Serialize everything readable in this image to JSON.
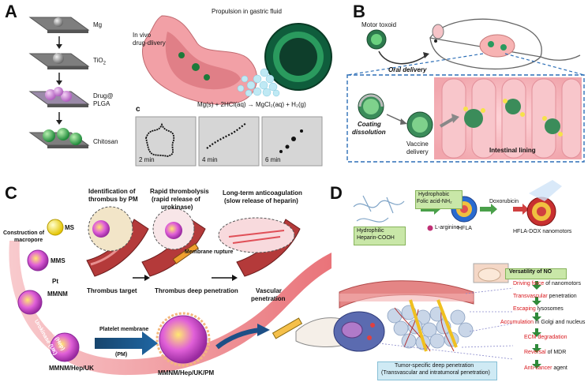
{
  "panels": {
    "A": {
      "letter": "A",
      "layers": [
        "Mg",
        "TiO2",
        "Drug@ PLGA",
        "Chitosan"
      ],
      "layer_mg": "Mg",
      "layer_tio2_base": "TiO",
      "layer_tio2_sub": "2",
      "layer_drug_1": "Drug@",
      "layer_drug_2": "PLGA",
      "layer_chitosan": "Chitosan",
      "invivo_1": "In vivo",
      "invivo_2": "drug-dlivery",
      "propulsion": "Propulsion in gastric fluid",
      "equation": "Mg(s) + 2HCl(aq) → MgCl₂(aq) + H₂(g)",
      "sub_letter": "c",
      "times": [
        "2 min",
        "4 min",
        "6 min"
      ]
    },
    "B": {
      "letter": "B",
      "motor_toxoid": "Motor toxoid",
      "oral_delivery": "Oral delivery",
      "coating_1": "Coating",
      "coating_2": "dissolution",
      "vaccine_1": "Vaccine",
      "vaccine_2": "delivery",
      "intestinal": "Intestinal lining"
    },
    "C": {
      "letter": "C",
      "ms": "MS",
      "construction_1": "Construction of",
      "construction_2": "macropore",
      "mms": "MMS",
      "pt": "Pt",
      "mmnm": "MMNM",
      "heparin": "Heparin (Hep)",
      "urokinase": "Urokinase (UK)",
      "mmnm_hep_uk": "MMNM/Hep/UK",
      "platelet_1": "Platelet membrane",
      "platelet_2": "(PM)",
      "mmnm_hep_uk_pm": "MMNM/Hep/UK/PM",
      "ident_1": "Identification of",
      "ident_2": "thrombus by PM",
      "rapid_1": "Rapid thrombolysis",
      "rapid_2": "(rapid release of",
      "rapid_3": "urokinase)",
      "long_1": "Long-term anticoagulation",
      "long_2": "(slow release of heparin)",
      "membrane_rupture": "Membrane rupture",
      "thrombus_target": "Thrombus target",
      "thrombus_deep": "Thrombus deep penetration",
      "vascular_1": "Vascular",
      "vascular_2": "penetration"
    },
    "D": {
      "letter": "D",
      "hydrophilic_1": "Hydrophilic",
      "hydrophilic_2": "Heparin-COOH",
      "hydrophobic_1": "Hydrophobic",
      "hydrophobic_2": "Folic acid-NH₂",
      "larginine": "L-arginine",
      "hfla": "HFLA",
      "doxorubicin": "Doxorubicin",
      "hfla_dox": "HFLA-DOX nanomotors",
      "versatility": "Versatility of NO",
      "items": [
        {
          "red": "Driving force",
          "black": " of nanomotors"
        },
        {
          "red": "Transvascular",
          "black": " penetration"
        },
        {
          "red": "Escaping",
          "black": " lysosomes"
        },
        {
          "red": "Accumulation",
          "black": " in Golgi and nucleus"
        },
        {
          "red": "ECM degradation",
          "black": ""
        },
        {
          "red": "Reversal",
          "black": " of MDR"
        },
        {
          "red": "Anti-cancer",
          "black": " agent"
        }
      ],
      "tumor_1": "Tumor-specific deep penetration",
      "tumor_2": "(Transvascular and intratumoral penetration)"
    }
  }
}
